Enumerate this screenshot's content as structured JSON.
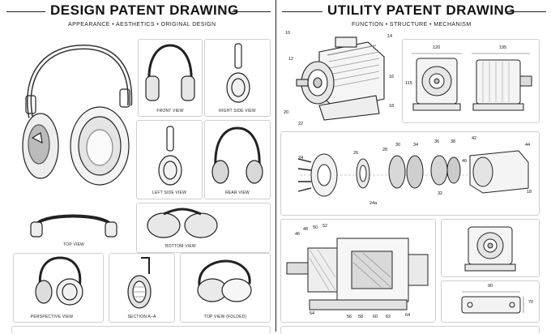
{
  "left": {
    "title": "DESIGN PATENT DRAWING",
    "subtitle": "APPEARANCE • AESTHETICS • ORIGINAL DESIGN",
    "views": {
      "front": "FRONT VIEW",
      "right": "RIGHT SIDE VIEW",
      "left": "LEFT SIDE VIEW",
      "rear": "REAR VIEW",
      "top": "TOP VIEW",
      "bottom": "BOTTOM VIEW",
      "perspective": "PERSPECTIVE VIEW",
      "section": "SECTION A–A",
      "folded": "TOP VIEW (FOLDED)"
    }
  },
  "right": {
    "title": "UTILITY PATENT DRAWING",
    "subtitle": "FUNCTION • STRUCTURE • MECHANISM",
    "main_refs": [
      "10",
      "12",
      "14",
      "16",
      "18",
      "20",
      "22"
    ],
    "dims": {
      "width_top": "120",
      "width_side": "195",
      "height": "115",
      "bottom": "90",
      "side": "70"
    },
    "exploded_refs": [
      "24",
      "24a",
      "26",
      "28",
      "30",
      "32",
      "34",
      "36",
      "38",
      "40",
      "42",
      "44",
      "18"
    ],
    "section_refs": [
      "46",
      "48",
      "50",
      "52",
      "54",
      "56",
      "58",
      "60",
      "62",
      "64"
    ]
  }
}
